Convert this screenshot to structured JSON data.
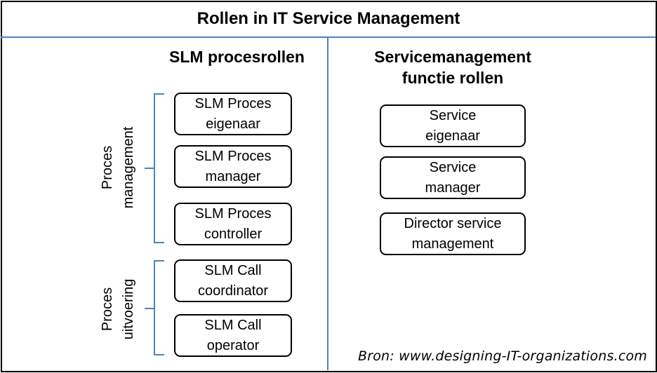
{
  "title": "Rollen in IT Service Management",
  "left_column": {
    "heading": "SLM procesrollen",
    "group_management": {
      "label_line1": "Proces",
      "label_line2": "management"
    },
    "group_uitvoering": {
      "label_line1": "Proces",
      "label_line2": "uitvoering"
    },
    "roles": [
      {
        "line1": "SLM Proces",
        "line2": "eigenaar"
      },
      {
        "line1": "SLM Proces",
        "line2": "manager"
      },
      {
        "line1": "SLM Proces",
        "line2": "controller"
      },
      {
        "line1": "SLM Call",
        "line2": "coordinator"
      },
      {
        "line1": "SLM Call",
        "line2": "operator"
      }
    ]
  },
  "right_column": {
    "heading_line1": "Servicemanagement",
    "heading_line2": "functie rollen",
    "roles": [
      {
        "line1": "Service",
        "line2": "eigenaar"
      },
      {
        "line1": "Service",
        "line2": "manager"
      },
      {
        "line1": "Director service",
        "line2": "management"
      }
    ]
  },
  "source": "Bron: www.designing-IT-organizations.com",
  "colors": {
    "divider": "#4f81bd",
    "bracket": "#4f81bd",
    "border": "#000000"
  }
}
